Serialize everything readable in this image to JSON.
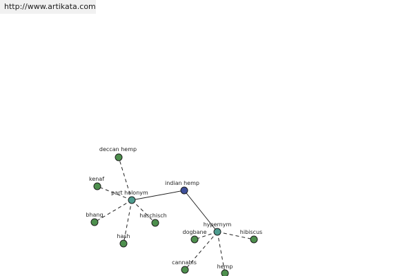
{
  "header": {
    "url": "http://www.artikata.com"
  },
  "colors": {
    "root_node": "#3d4f9a",
    "relation_node": "#4e9c8f",
    "leaf_node": "#4d8f4d"
  },
  "graph": {
    "nodes": [
      {
        "id": "indian-hemp",
        "label": "indian hemp",
        "kind": "root"
      },
      {
        "id": "part-holonym",
        "label": "part holonym",
        "kind": "relation"
      },
      {
        "id": "hypernym",
        "label": "hypernym",
        "kind": "relation"
      },
      {
        "id": "deccan-hemp",
        "label": "deccan hemp",
        "kind": "leaf"
      },
      {
        "id": "kenaf",
        "label": "kenaf",
        "kind": "leaf"
      },
      {
        "id": "bhang",
        "label": "bhang",
        "kind": "leaf"
      },
      {
        "id": "hash",
        "label": "hash",
        "kind": "leaf"
      },
      {
        "id": "haschisch",
        "label": "haschisch",
        "kind": "leaf"
      },
      {
        "id": "dogbane",
        "label": "dogbane",
        "kind": "leaf"
      },
      {
        "id": "hibiscus",
        "label": "hibiscus",
        "kind": "leaf"
      },
      {
        "id": "cannabis",
        "label": "cannabis",
        "kind": "leaf"
      },
      {
        "id": "hemp",
        "label": "hemp",
        "kind": "leaf"
      }
    ],
    "edges": [
      {
        "from": "indian-hemp",
        "to": "part-holonym",
        "style": "solid"
      },
      {
        "from": "indian-hemp",
        "to": "hypernym",
        "style": "solid"
      },
      {
        "from": "part-holonym",
        "to": "deccan-hemp",
        "style": "dashed"
      },
      {
        "from": "part-holonym",
        "to": "kenaf",
        "style": "dashed"
      },
      {
        "from": "part-holonym",
        "to": "bhang",
        "style": "dashed"
      },
      {
        "from": "part-holonym",
        "to": "hash",
        "style": "dashed"
      },
      {
        "from": "part-holonym",
        "to": "haschisch",
        "style": "dashed"
      },
      {
        "from": "hypernym",
        "to": "dogbane",
        "style": "dashed"
      },
      {
        "from": "hypernym",
        "to": "hibiscus",
        "style": "dashed"
      },
      {
        "from": "hypernym",
        "to": "cannabis",
        "style": "dashed"
      },
      {
        "from": "hypernym",
        "to": "hemp",
        "style": "dashed"
      }
    ]
  }
}
